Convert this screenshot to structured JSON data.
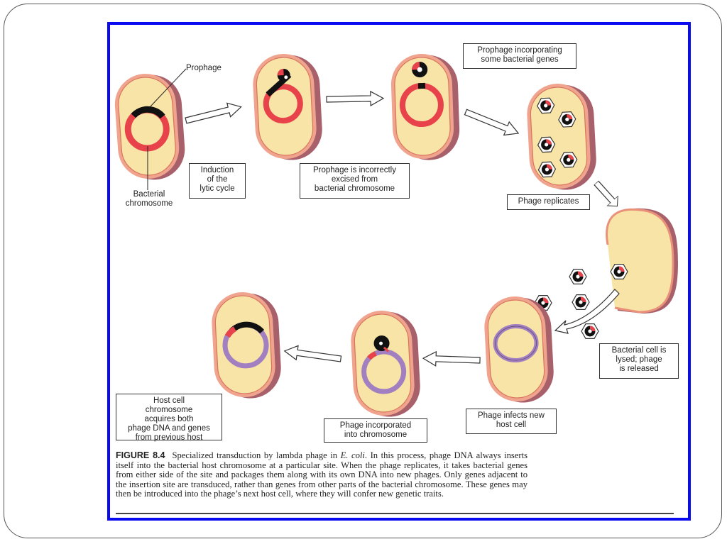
{
  "figure": {
    "number_label": "FIGURE 8.4",
    "caption_lead": "Specialized transduction by lambda phage in ",
    "caption_species": "E. coli",
    "caption_body": ". In this process, phage DNA always inserts itself into the bacterial host chromosome at a particular site. When the phage replicates, it takes bacterial genes from either side of the site and packages them along with its own DNA into new phages. Only genes adjacent to the insertion site are transduced, rather than genes from other parts of the bacterial chromosome. These genes may then be introduced into the phage’s next host cell, where they will confer new genetic traits."
  },
  "labels": {
    "prophage": "Prophage",
    "bacterial_chromosome": "Bacterial\nchromosome",
    "induction": "Induction\nof the\nlytic cycle",
    "incorrect_excision": "Prophage is incorrectly\nexcised from\nbacterial chromosome",
    "incorporating_genes": "Prophage incorporating\nsome bacterial genes",
    "phage_replicates": "Phage replicates",
    "lysed": "Bacterial cell is\nlysed; phage\nis released",
    "infects_new_host": "Phage infects new\nhost cell",
    "incorporated": "Phage incorporated\ninto chromosome",
    "host_acquires": "Host cell\nchromosome\nacquires both\nphage DNA and genes\nfrom previous host"
  },
  "colors": {
    "frame_border": "#0a0af0",
    "cell_fill": "#f7e4a6",
    "cell_rim": "#e9917a",
    "cell_side": "#a8606a",
    "bacterial_dna": "#e8434a",
    "phage_dna": "#111111",
    "new_host_dna": "#a27fc0"
  }
}
